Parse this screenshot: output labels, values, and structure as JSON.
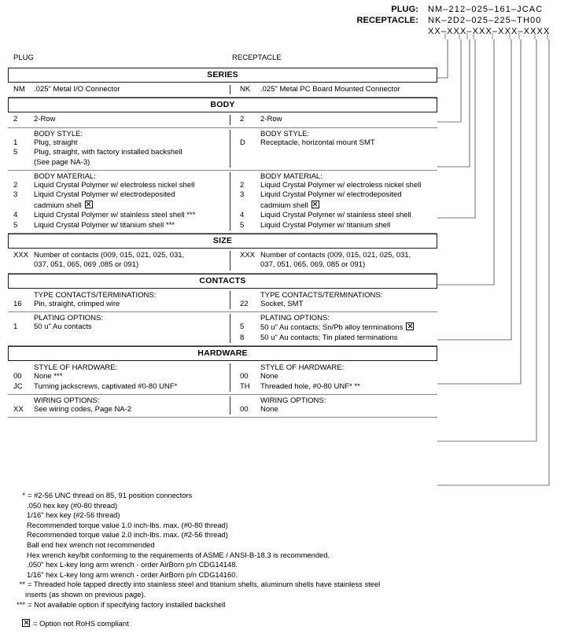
{
  "part_number_legend": {
    "rows": [
      {
        "label": "PLUG:",
        "value": "NM–212–025–161–JCAC"
      },
      {
        "label": "RECEPTACLE:",
        "value": "NK–2D2–025–225–TH00"
      },
      {
        "label": "",
        "value": "XX–XXX–XXX–XXX–XXXX"
      }
    ]
  },
  "columns": {
    "plug_header": "PLUG",
    "receptacle_header": "RECEPTACLE"
  },
  "sections": [
    {
      "band": "SERIES",
      "groups": [
        {
          "left": {
            "category": "",
            "options": [
              {
                "code": "NM",
                "text": ".025\" Metal I/O Connector"
              }
            ]
          },
          "right": {
            "category": "",
            "options": [
              {
                "code": "NK",
                "text": ".025\" Metal PC Board Mounted Connector"
              }
            ]
          }
        }
      ]
    },
    {
      "band": "BODY",
      "groups": [
        {
          "left": {
            "category": "",
            "options": [
              {
                "code": "2",
                "text": "2-Row"
              }
            ]
          },
          "right": {
            "category": "",
            "options": [
              {
                "code": "2",
                "text": "2-Row"
              }
            ]
          }
        },
        {
          "left": {
            "category": "BODY STYLE:",
            "options": [
              {
                "code": "1",
                "text": "Plug, straight"
              },
              {
                "code": "5",
                "text": "Plug, straight, with factory installed backshell",
                "cont": "(See page NA-3)"
              }
            ]
          },
          "right": {
            "category": "BODY STYLE:",
            "options": [
              {
                "code": "D",
                "text": "Receptacle, horizontal mount SMT"
              }
            ]
          }
        },
        {
          "left": {
            "category": "BODY MATERIAL:",
            "options": [
              {
                "code": "2",
                "text": "Liquid Crystal Polymer w/ electroless nickel shell"
              },
              {
                "code": "3",
                "text": "Liquid Crystal Polymer w/ electrodeposited",
                "cont": "cadmium shell",
                "cont_rohs": true
              },
              {
                "code": "4",
                "text": "Liquid Crystal Polymer w/ stainless steel shell ***"
              },
              {
                "code": "5",
                "text": "Liquid Crystal Polymer w/ titanium shell ***"
              }
            ]
          },
          "right": {
            "category": "BODY MATERIAL:",
            "options": [
              {
                "code": "2",
                "text": "Liquid Crystal Polymer w/ electroless nickel shell"
              },
              {
                "code": "3",
                "text": "Liquid Crystal Polymer w/ electrodeposited",
                "cont": "cadmium shell",
                "cont_rohs": true
              },
              {
                "code": "4",
                "text": "Liquid Crystal Polymer w/ stainless steel shell"
              },
              {
                "code": "5",
                "text": "Liquid Crystal Polymer w/ titanium shell"
              }
            ]
          }
        }
      ]
    },
    {
      "band": "SIZE",
      "groups": [
        {
          "left": {
            "category": "",
            "options": [
              {
                "code": "XXX",
                "text": "Number of contacts (009, 015, 021, 025, 031,",
                "cont": "037, 051, 065, 069 ,085 or 091)"
              }
            ]
          },
          "right": {
            "category": "",
            "options": [
              {
                "code": "XXX",
                "text": "Number of contacts (009, 015, 021, 025, 031,",
                "cont": "037, 051, 065, 069, 085 or 091)"
              }
            ]
          }
        }
      ]
    },
    {
      "band": "CONTACTS",
      "groups": [
        {
          "left": {
            "category": "TYPE CONTACTS/TERMINATIONS:",
            "options": [
              {
                "code": "16",
                "text": "Pin, straight, crimped wire"
              }
            ]
          },
          "right": {
            "category": "TYPE CONTACTS/TERMINATIONS:",
            "options": [
              {
                "code": "22",
                "text": "Socket, SMT"
              }
            ]
          }
        },
        {
          "left": {
            "category": "PLATING OPTIONS:",
            "options": [
              {
                "code": "1",
                "text": "50 u\" Au contacts"
              }
            ]
          },
          "right": {
            "category": "PLATING OPTIONS:",
            "options": [
              {
                "code": "5",
                "text": "50 u\" Au contacts; Sn/Pb alloy terminations",
                "rohs": true
              },
              {
                "code": "8",
                "text": "50 u\" Au contacts; Tin plated terminations"
              }
            ]
          }
        }
      ]
    },
    {
      "band": "HARDWARE",
      "groups": [
        {
          "left": {
            "category": "STYLE OF HARDWARE:",
            "options": [
              {
                "code": "00",
                "text": "None  ***"
              },
              {
                "code": "JC",
                "text": "Turning jackscrews, captivated #0-80 UNF*"
              }
            ]
          },
          "right": {
            "category": "STYLE OF HARDWARE:",
            "options": [
              {
                "code": "00",
                "text": "None"
              },
              {
                "code": "TH",
                "text": "Threaded hole, #0-80 UNF*  **"
              }
            ]
          }
        },
        {
          "left": {
            "category": "WIRING OPTIONS:",
            "options": [
              {
                "code": "XX",
                "text": "See wiring codes, Page NA-2"
              }
            ]
          },
          "right": {
            "category": "WIRING OPTIONS:",
            "options": [
              {
                "code": "00",
                "text": "None"
              }
            ]
          }
        }
      ]
    }
  ],
  "footnotes": [
    {
      "mark": "*",
      "text": "= #2-56 UNC thread on 85, 91 position connectors"
    },
    {
      "mark": "",
      "text": ".050 hex key (#0-80 thread)",
      "indent": 1
    },
    {
      "mark": "",
      "text": "1/16\" hex key (#2-56 thread)",
      "indent": 1
    },
    {
      "mark": "",
      "text": "Recommended torque value 1.0 inch-lbs. max. (#0-80 thread)",
      "indent": 1
    },
    {
      "mark": "",
      "text": "Recommended torque value 2.0 inch-lbs. max. (#2-56 thread)",
      "indent": 1
    },
    {
      "mark": "",
      "text": "Ball end hex wrench not recommended",
      "indent": 1
    },
    {
      "mark": "",
      "text": "Hex wrench key/bit conforming to the requirements of ASME / ANSI-B-18.3 is recommended.",
      "indent": 1
    },
    {
      "mark": "",
      "text": ".050\" hex L-key long arm wrench - order AirBorn p/n CDG14148.",
      "indent": 1
    },
    {
      "mark": "",
      "text": "1/16\" hex L-key long arm wrench - order AirBorn p/n CDG14160.",
      "indent": 1
    },
    {
      "mark": "**",
      "text": "= Threaded hole tapped directly into stainless steel and titanium shells, aluminum shells have stainless steel"
    },
    {
      "mark": "",
      "text": "inserts (as shown on previous page).",
      "indent": 2
    },
    {
      "mark": "***",
      "text": "= Not available option if specifying factory installed backshell"
    }
  ],
  "rohs_legend": "= Option not RoHS compliant"
}
